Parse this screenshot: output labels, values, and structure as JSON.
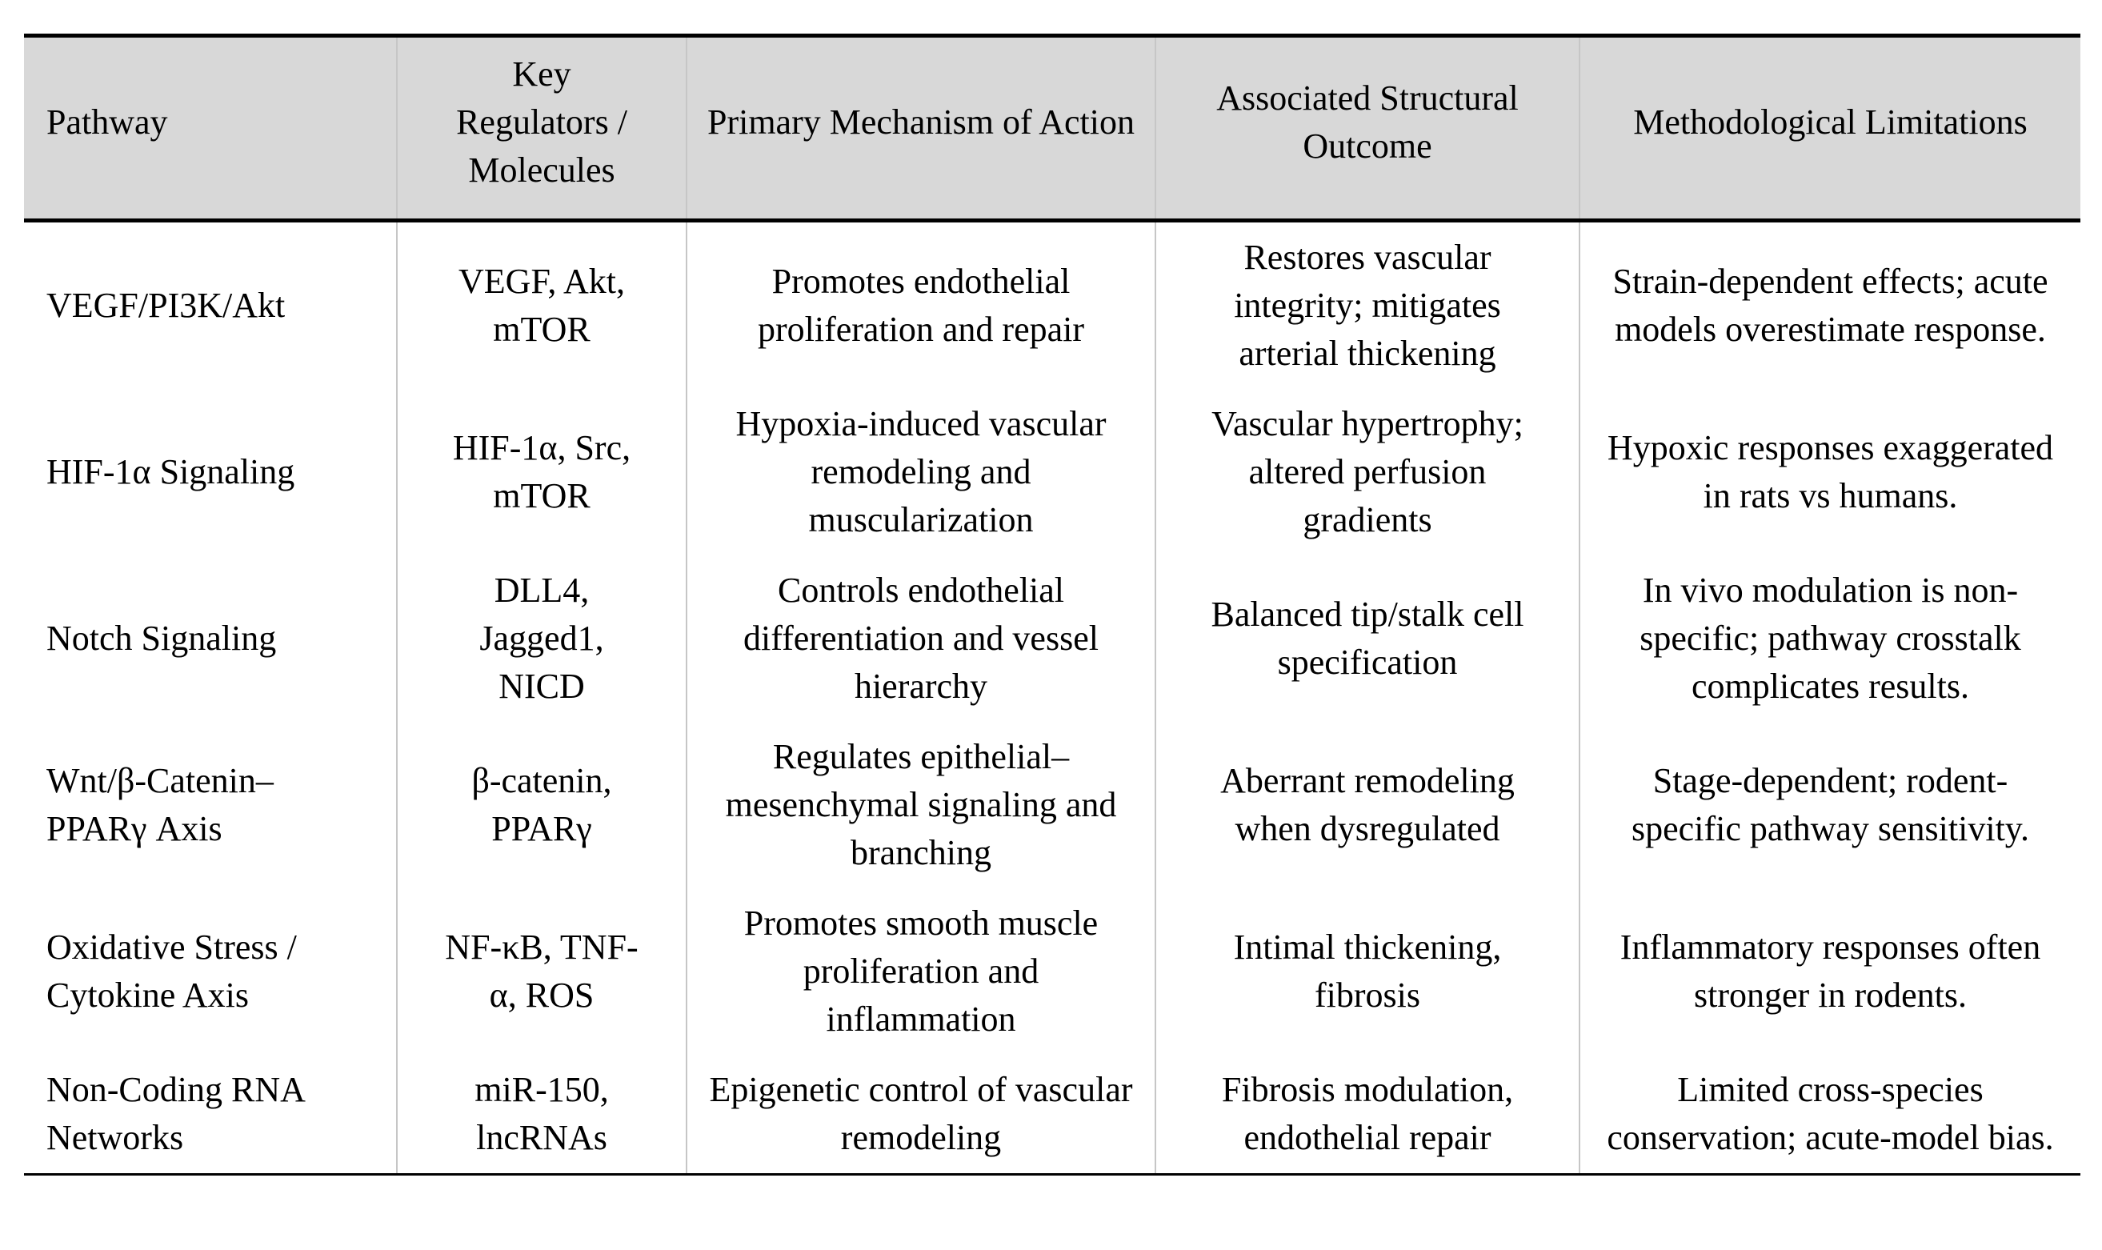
{
  "colors": {
    "header_background": "#d8d8d8",
    "rule_dark": "#000000",
    "grid_light": "#c6c6c6",
    "text": "#000000",
    "page_background": "#ffffff"
  },
  "table": {
    "headers": [
      "Pathway",
      "Key Regulators / Molecules",
      "Primary Mechanism of Action",
      "Associated Structural Outcome",
      "Methodological Limitations"
    ],
    "rows": [
      {
        "pathway": "VEGF/PI3K/Akt",
        "regulators": "VEGF, Akt, mTOR",
        "mechanism": "Promotes endothelial proliferation and repair",
        "outcome": "Restores vascular integrity; mitigates arterial thickening",
        "limitations": "Strain-dependent effects; acute models overestimate response."
      },
      {
        "pathway": "HIF-1α Signaling",
        "regulators": "HIF-1α, Src, mTOR",
        "mechanism": "Hypoxia-induced vascular remodeling and muscularization",
        "outcome": "Vascular hypertrophy; altered perfusion gradients",
        "limitations": "Hypoxic responses exaggerated in rats vs humans."
      },
      {
        "pathway": "Notch Signaling",
        "regulators": "DLL4, Jagged1, NICD",
        "mechanism": "Controls endothelial differentiation and vessel hierarchy",
        "outcome": "Balanced tip/stalk cell specification",
        "limitations": "In vivo modulation is non-specific; pathway crosstalk complicates results."
      },
      {
        "pathway": "Wnt/β-Catenin–PPARγ Axis",
        "regulators": "β-catenin, PPARγ",
        "mechanism": "Regulates epithelial–mesenchymal signaling and branching",
        "outcome": "Aberrant remodeling when dysregulated",
        "limitations": "Stage-dependent; rodent-specific pathway sensitivity."
      },
      {
        "pathway": "Oxidative Stress / Cytokine Axis",
        "regulators": "NF-κB, TNF-α, ROS",
        "mechanism": "Promotes smooth muscle proliferation and inflammation",
        "outcome": "Intimal thickening, fibrosis",
        "limitations": "Inflammatory responses often stronger in rodents."
      },
      {
        "pathway": "Non-Coding RNA Networks",
        "regulators": "miR-150, lncRNAs",
        "mechanism": "Epigenetic control of vascular remodeling",
        "outcome": "Fibrosis modulation, endothelial repair",
        "limitations": "Limited cross-species conservation; acute-model bias."
      }
    ]
  }
}
